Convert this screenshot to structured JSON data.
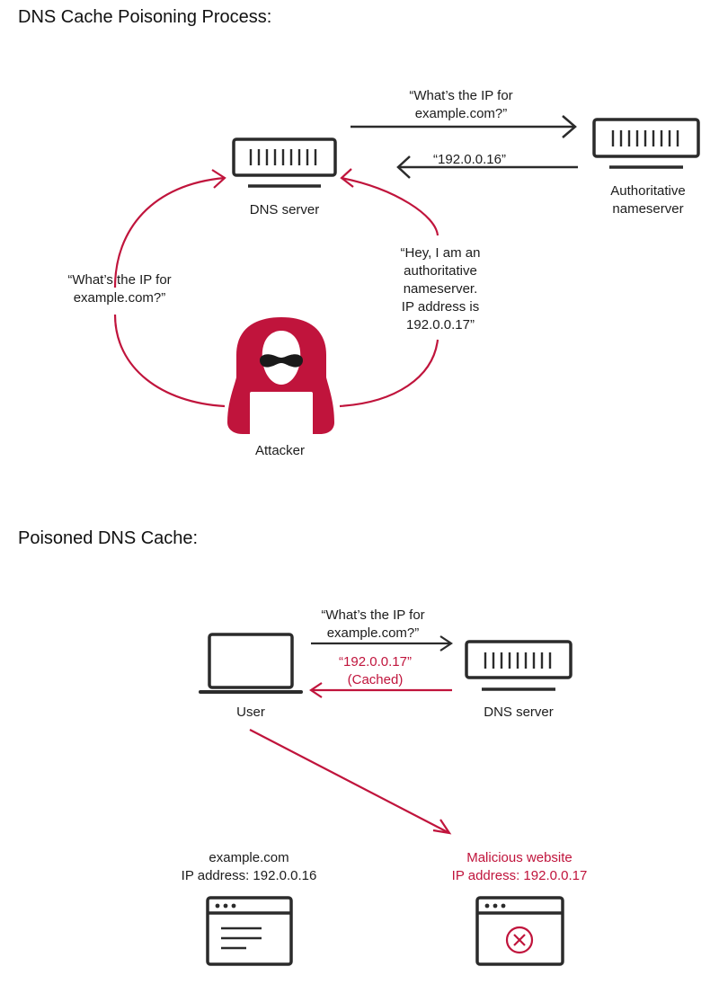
{
  "section1": {
    "title": "DNS Cache Poisoning Process:",
    "dns_server_label": "DNS server",
    "auth_label_line1": "Authoritative",
    "auth_label_line2": "nameserver",
    "query_line1": "“What’s the IP for",
    "query_line2": "example.com?”",
    "response": "“192.0.0.16”",
    "left_query_line1": "“What’s the IP for",
    "left_query_line2": "example.com?”",
    "attacker_msg_line1": "“Hey, I am an",
    "attacker_msg_line2": "authoritative",
    "attacker_msg_line3": "nameserver.",
    "attacker_msg_line4": "IP address is",
    "attacker_msg_line5": "192.0.0.17”",
    "attacker_label": "Attacker"
  },
  "section2": {
    "title": "Poisoned DNS Cache:",
    "user_label": "User",
    "dns_server_label": "DNS server",
    "query_line1": "“What’s the IP for",
    "query_line2": "example.com?”",
    "cached_line1": "“192.0.0.17”",
    "cached_line2": "(Cached)",
    "legit_line1": "example.com",
    "legit_line2": "IP address: 192.0.0.16",
    "malicious_line1": "Malicious website",
    "malicious_line2": "IP address: 192.0.0.17"
  },
  "colors": {
    "accent_red": "#c0143c",
    "dark": "#2b2b2b"
  }
}
